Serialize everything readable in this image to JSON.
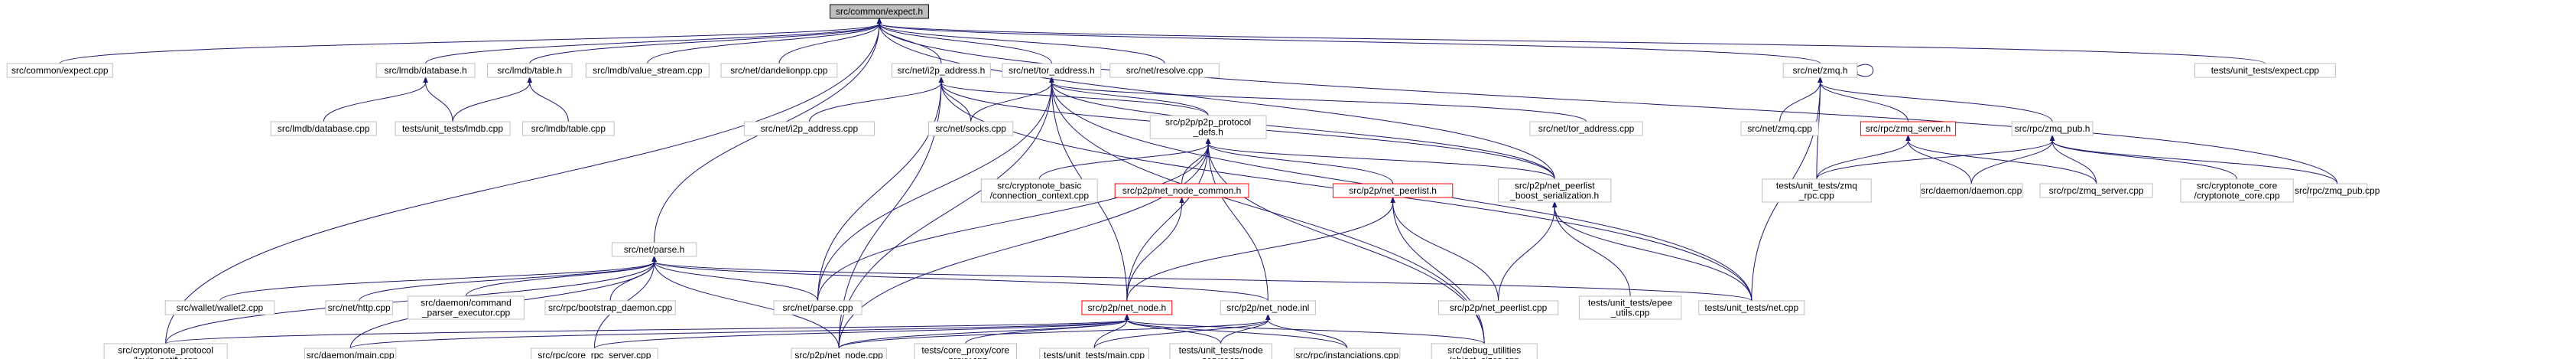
{
  "nodes": [
    {
      "id": "n1",
      "lines": [
        "src/common/expect.h"
      ]
    },
    {
      "id": "n2",
      "lines": [
        "src/common/expect.cpp"
      ]
    },
    {
      "id": "n3",
      "lines": [
        "src/lmdb/database.h"
      ]
    },
    {
      "id": "n4",
      "lines": [
        "src/lmdb/table.h"
      ]
    },
    {
      "id": "n5",
      "lines": [
        "src/lmdb/value_stream.cpp"
      ]
    },
    {
      "id": "n6",
      "lines": [
        "src/net/dandelionpp.cpp"
      ]
    },
    {
      "id": "n7",
      "lines": [
        "src/net/i2p_address.h"
      ]
    },
    {
      "id": "n8",
      "lines": [
        "src/net/tor_address.h"
      ]
    },
    {
      "id": "n9",
      "lines": [
        "src/net/resolve.cpp"
      ]
    },
    {
      "id": "n10",
      "lines": [
        "src/net/zmq.h"
      ]
    },
    {
      "id": "n11",
      "lines": [
        "tests/unit_tests/expect.cpp"
      ]
    },
    {
      "id": "n12",
      "lines": [
        "src/lmdb/database.cpp"
      ]
    },
    {
      "id": "n13",
      "lines": [
        "tests/unit_tests/lmdb.cpp"
      ]
    },
    {
      "id": "n14",
      "lines": [
        "src/lmdb/table.cpp"
      ]
    },
    {
      "id": "n15",
      "lines": [
        "src/net/i2p_address.cpp"
      ]
    },
    {
      "id": "n16",
      "lines": [
        "src/net/socks.cpp"
      ]
    },
    {
      "id": "n17",
      "lines": [
        "src/p2p/p2p_protocol",
        "_defs.h"
      ]
    },
    {
      "id": "n18",
      "lines": [
        "src/net/tor_address.cpp"
      ]
    },
    {
      "id": "n19",
      "lines": [
        "src/net/zmq.cpp"
      ]
    },
    {
      "id": "n20",
      "lines": [
        "src/rpc/zmq_server.h"
      ],
      "red": true
    },
    {
      "id": "n21",
      "lines": [
        "src/rpc/zmq_pub.h"
      ]
    },
    {
      "id": "n22",
      "lines": [
        "src/net/parse.h"
      ]
    },
    {
      "id": "n23",
      "lines": [
        "src/cryptonote_basic",
        "/connection_context.cpp"
      ]
    },
    {
      "id": "n24",
      "lines": [
        "src/p2p/net_node_common.h"
      ],
      "red": true
    },
    {
      "id": "n25",
      "lines": [
        "src/p2p/net_peerlist.h"
      ],
      "red": true
    },
    {
      "id": "n26",
      "lines": [
        "src/p2p/net_peerlist",
        "_boost_serialization.h"
      ]
    },
    {
      "id": "n27",
      "lines": [
        "tests/unit_tests/zmq",
        "_rpc.cpp"
      ]
    },
    {
      "id": "n28",
      "lines": [
        "src/daemon/daemon.cpp"
      ]
    },
    {
      "id": "n29",
      "lines": [
        "src/rpc/zmq_server.cpp"
      ]
    },
    {
      "id": "n30",
      "lines": [
        "src/cryptonote_core",
        "/cryptonote_core.cpp"
      ]
    },
    {
      "id": "n31",
      "lines": [
        "src/rpc/zmq_pub.cpp"
      ]
    },
    {
      "id": "n32",
      "lines": [
        "src/wallet/wallet2.cpp"
      ]
    },
    {
      "id": "n33",
      "lines": [
        "src/net/http.cpp"
      ]
    },
    {
      "id": "n34",
      "lines": [
        "src/daemon/command",
        "_parser_executor.cpp"
      ]
    },
    {
      "id": "n35",
      "lines": [
        "src/rpc/bootstrap_daemon.cpp"
      ]
    },
    {
      "id": "n36",
      "lines": [
        "src/net/parse.cpp"
      ]
    },
    {
      "id": "n37",
      "lines": [
        "src/p2p/net_node.h"
      ],
      "red": true
    },
    {
      "id": "n38",
      "lines": [
        "src/p2p/net_node.inl"
      ]
    },
    {
      "id": "n39",
      "lines": [
        "src/p2p/net_peerlist.cpp"
      ]
    },
    {
      "id": "n40",
      "lines": [
        "tests/unit_tests/epee",
        "_utils.cpp"
      ]
    },
    {
      "id": "n41",
      "lines": [
        "tests/unit_tests/net.cpp"
      ]
    },
    {
      "id": "n42",
      "lines": [
        "src/cryptonote_protocol",
        "/levin_notify.cpp"
      ]
    },
    {
      "id": "n43",
      "lines": [
        "src/daemon/main.cpp"
      ]
    },
    {
      "id": "n44",
      "lines": [
        "src/rpc/core_rpc_server.cpp"
      ]
    },
    {
      "id": "n45",
      "lines": [
        "src/p2p/net_node.cpp"
      ]
    },
    {
      "id": "n46",
      "lines": [
        "tests/core_proxy/core",
        "_proxy.cpp"
      ]
    },
    {
      "id": "n47",
      "lines": [
        "tests/unit_tests/main.cpp"
      ]
    },
    {
      "id": "n48",
      "lines": [
        "tests/unit_tests/node",
        "_server.cpp"
      ]
    },
    {
      "id": "n49",
      "lines": [
        "src/rpc/instanciations.cpp"
      ]
    },
    {
      "id": "n50",
      "lines": [
        "src/debug_utilities",
        "/object_sizes.cpp"
      ]
    }
  ],
  "edges": [
    [
      "n1",
      "n2"
    ],
    [
      "n1",
      "n3"
    ],
    [
      "n1",
      "n4"
    ],
    [
      "n1",
      "n5"
    ],
    [
      "n1",
      "n6"
    ],
    [
      "n1",
      "n7"
    ],
    [
      "n1",
      "n8"
    ],
    [
      "n1",
      "n9"
    ],
    [
      "n1",
      "n10"
    ],
    [
      "n1",
      "n11"
    ],
    [
      "n1",
      "n22"
    ],
    [
      "n1",
      "n26"
    ],
    [
      "n1",
      "n42"
    ],
    [
      "n1",
      "n31"
    ],
    [
      "n3",
      "n12"
    ],
    [
      "n3",
      "n13"
    ],
    [
      "n4",
      "n13"
    ],
    [
      "n4",
      "n14"
    ],
    [
      "n7",
      "n15"
    ],
    [
      "n7",
      "n16"
    ],
    [
      "n7",
      "n17"
    ],
    [
      "n7",
      "n36"
    ],
    [
      "n7",
      "n26"
    ],
    [
      "n7",
      "n41"
    ],
    [
      "n7",
      "n45"
    ],
    [
      "n8",
      "n16"
    ],
    [
      "n8",
      "n17"
    ],
    [
      "n8",
      "n18"
    ],
    [
      "n8",
      "n36"
    ],
    [
      "n8",
      "n26"
    ],
    [
      "n8",
      "n41"
    ],
    [
      "n8",
      "n45"
    ],
    [
      "n8",
      "n50"
    ],
    [
      "n8",
      "n37"
    ],
    [
      "n10",
      "n10"
    ],
    [
      "n10",
      "n19"
    ],
    [
      "n10",
      "n20"
    ],
    [
      "n10",
      "n21"
    ],
    [
      "n10",
      "n27"
    ],
    [
      "n10",
      "n41"
    ],
    [
      "n20",
      "n27"
    ],
    [
      "n20",
      "n28"
    ],
    [
      "n20",
      "n29"
    ],
    [
      "n21",
      "n27"
    ],
    [
      "n21",
      "n28"
    ],
    [
      "n21",
      "n29"
    ],
    [
      "n21",
      "n30"
    ],
    [
      "n21",
      "n31"
    ],
    [
      "n17",
      "n23"
    ],
    [
      "n17",
      "n24"
    ],
    [
      "n17",
      "n25"
    ],
    [
      "n17",
      "n26"
    ],
    [
      "n17",
      "n37"
    ],
    [
      "n17",
      "n45"
    ],
    [
      "n17",
      "n50"
    ],
    [
      "n17",
      "n36"
    ],
    [
      "n17",
      "n38"
    ],
    [
      "n22",
      "n32"
    ],
    [
      "n22",
      "n33"
    ],
    [
      "n22",
      "n34"
    ],
    [
      "n22",
      "n35"
    ],
    [
      "n22",
      "n36"
    ],
    [
      "n22",
      "n38"
    ],
    [
      "n22",
      "n41"
    ],
    [
      "n22",
      "n42"
    ],
    [
      "n22",
      "n43"
    ],
    [
      "n22",
      "n44"
    ],
    [
      "n22",
      "n45"
    ],
    [
      "n24",
      "n37"
    ],
    [
      "n25",
      "n37"
    ],
    [
      "n25",
      "n39"
    ],
    [
      "n25",
      "n50"
    ],
    [
      "n26",
      "n39"
    ],
    [
      "n26",
      "n40"
    ],
    [
      "n26",
      "n41"
    ],
    [
      "n37",
      "n42"
    ],
    [
      "n37",
      "n43"
    ],
    [
      "n37",
      "n44"
    ],
    [
      "n37",
      "n45"
    ],
    [
      "n37",
      "n46"
    ],
    [
      "n37",
      "n47"
    ],
    [
      "n37",
      "n48"
    ],
    [
      "n37",
      "n49"
    ],
    [
      "n37",
      "n50"
    ],
    [
      "n38",
      "n45"
    ],
    [
      "n38",
      "n47"
    ],
    [
      "n38",
      "n48"
    ],
    [
      "n38",
      "n49"
    ]
  ]
}
